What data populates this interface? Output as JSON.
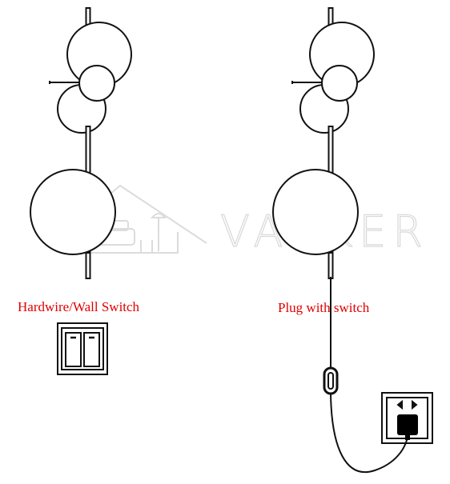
{
  "watermark": {
    "text": "VAKKER"
  },
  "options": [
    {
      "label": "Hardwire/Wall Switch",
      "type": "wall-switch"
    },
    {
      "label": "Plug with switch",
      "type": "plug-switch"
    }
  ],
  "colors": {
    "label": "#e00000",
    "line": "#111111",
    "watermark": "#d9d9d9",
    "plug": "#000000"
  },
  "icons": [
    "wall-light-sconce",
    "double-rocker-wall-switch",
    "inline-cord-switch",
    "power-socket",
    "plug"
  ]
}
